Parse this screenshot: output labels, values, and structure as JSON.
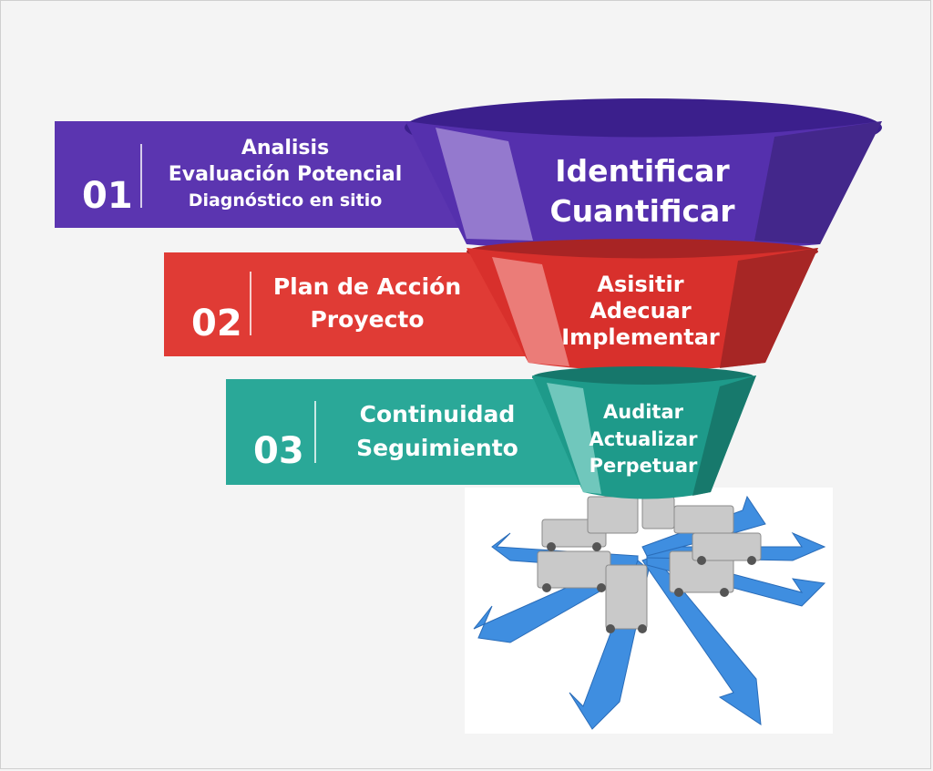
{
  "stages": [
    {
      "number": "01",
      "left_lines": [
        "Analisis",
        "Evaluación Potencial",
        "Diagnóstico en sitio"
      ],
      "funnel_lines": [
        "Identificar",
        "Cuantificar"
      ],
      "color": "#5b35b0"
    },
    {
      "number": "02",
      "left_lines": [
        "Plan de Acción",
        "Proyecto"
      ],
      "funnel_lines": [
        "Asisitir",
        "Adecuar",
        "Implementar"
      ],
      "color": "#e03b35"
    },
    {
      "number": "03",
      "left_lines": [
        "Continuidad",
        "Seguimiento"
      ],
      "funnel_lines": [
        "Auditar",
        "Actualizar",
        "Perpetuar"
      ],
      "color": "#2aa898"
    }
  ],
  "illustration": {
    "icon": "trucks-arrows-icon",
    "arrow_color": "#3f8ee0",
    "truck_color": "#c8c8c8"
  }
}
